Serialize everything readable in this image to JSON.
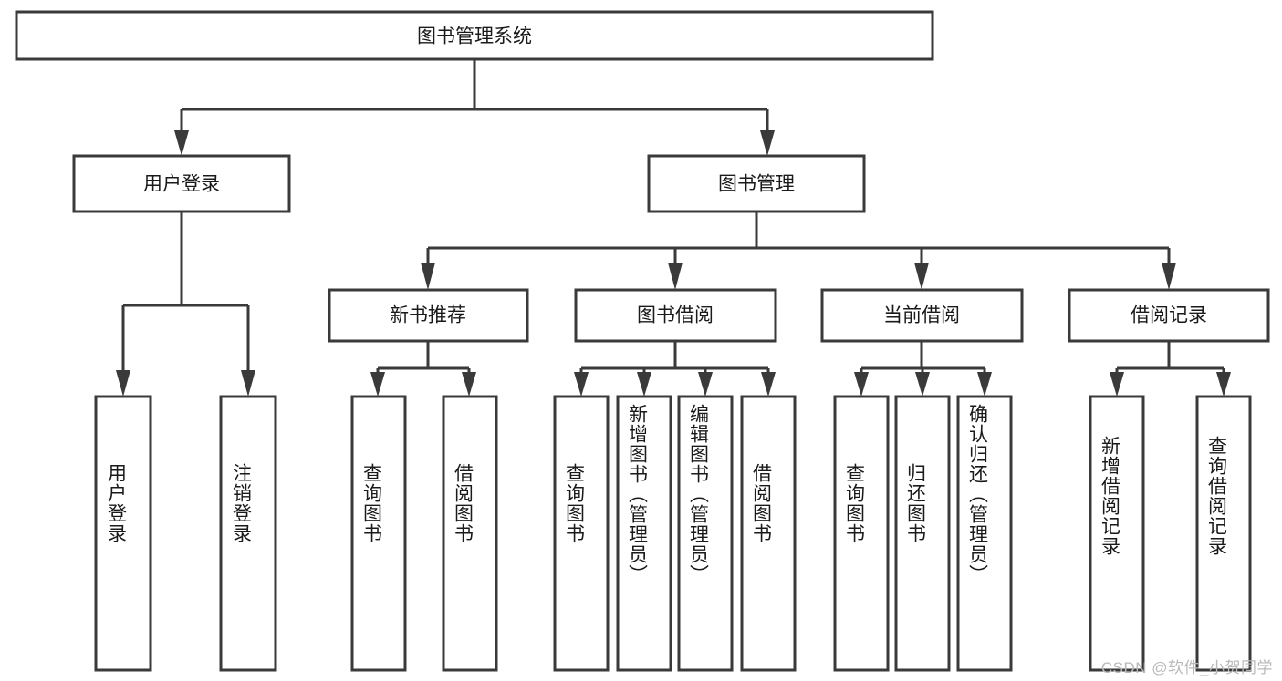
{
  "diagram": {
    "title": "图书管理系统",
    "type": "hierarchy-tree",
    "root": {
      "id": "root",
      "label": "图书管理系统",
      "orientation": "horizontal"
    },
    "level2": [
      {
        "id": "user-login",
        "label": "用户登录",
        "orientation": "horizontal"
      },
      {
        "id": "book-manage",
        "label": "图书管理",
        "orientation": "horizontal"
      }
    ],
    "level3": [
      {
        "id": "new-book-recommend",
        "label": "新书推荐",
        "orientation": "horizontal",
        "parent": "book-manage"
      },
      {
        "id": "book-borrow",
        "label": "图书借阅",
        "orientation": "horizontal",
        "parent": "book-manage"
      },
      {
        "id": "current-borrow",
        "label": "当前借阅",
        "orientation": "horizontal",
        "parent": "book-manage"
      },
      {
        "id": "borrow-record",
        "label": "借阅记录",
        "orientation": "horizontal",
        "parent": "book-manage"
      }
    ],
    "leaves": [
      {
        "id": "leaf-user-login",
        "label": "用户登录",
        "orientation": "vertical",
        "parent": "user-login"
      },
      {
        "id": "leaf-logout",
        "label": "注销登录",
        "orientation": "vertical",
        "parent": "user-login"
      },
      {
        "id": "leaf-query-book-1",
        "label": "查询图书",
        "orientation": "vertical",
        "parent": "new-book-recommend"
      },
      {
        "id": "leaf-borrow-book-1",
        "label": "借阅图书",
        "orientation": "vertical",
        "parent": "new-book-recommend"
      },
      {
        "id": "leaf-query-book-2",
        "label": "查询图书",
        "orientation": "vertical",
        "parent": "book-borrow"
      },
      {
        "id": "leaf-add-book",
        "label": "新增图书（管理员）",
        "orientation": "vertical",
        "parent": "book-borrow"
      },
      {
        "id": "leaf-edit-book",
        "label": "编辑图书（管理员）",
        "orientation": "vertical",
        "parent": "book-borrow"
      },
      {
        "id": "leaf-borrow-book-2",
        "label": "借阅图书",
        "orientation": "vertical",
        "parent": "book-borrow"
      },
      {
        "id": "leaf-query-book-3",
        "label": "查询图书",
        "orientation": "vertical",
        "parent": "current-borrow"
      },
      {
        "id": "leaf-return-book",
        "label": "归还图书",
        "orientation": "vertical",
        "parent": "current-borrow"
      },
      {
        "id": "leaf-confirm-return",
        "label": "确认归还（管理员）",
        "orientation": "vertical",
        "parent": "current-borrow"
      },
      {
        "id": "leaf-add-record",
        "label": "新增借阅记录",
        "orientation": "vertical",
        "parent": "borrow-record"
      },
      {
        "id": "leaf-query-record",
        "label": "查询借阅记录",
        "orientation": "vertical",
        "parent": "borrow-record"
      }
    ],
    "watermark": "CSDN @软件_小贺同学",
    "colors": {
      "stroke": "#3a3a3a",
      "fill": "#ffffff",
      "text": "#1a1a1a",
      "watermark": "#b9b9b9"
    }
  }
}
